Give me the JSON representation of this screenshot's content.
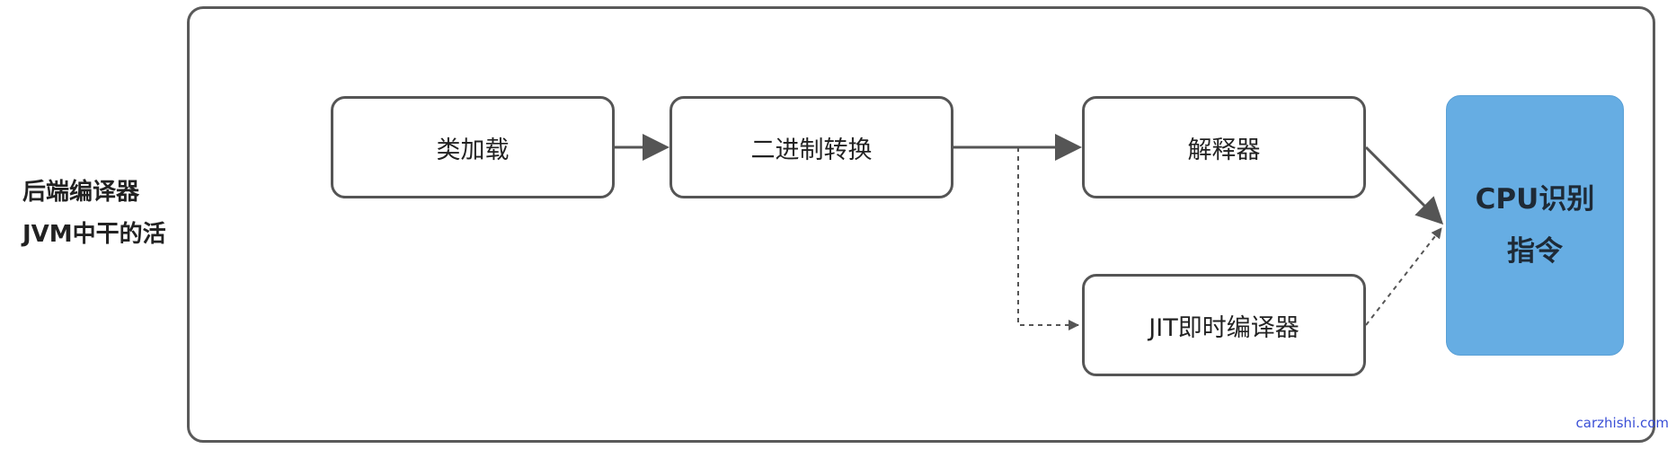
{
  "side_label": {
    "line1": "后端编译器",
    "line2": "JVM中干的活"
  },
  "nodes": {
    "class_loading": "类加载",
    "binary_conversion": "二进制转换",
    "interpreter": "解释器",
    "jit_compiler": "JIT即时编译器",
    "cpu_line1": "CPU识别",
    "cpu_line2": "指令"
  },
  "watermark": "carzhishi.com",
  "colors": {
    "border": "#555555",
    "cpu_fill": "#66ade3",
    "watermark": "#3a4fd6"
  }
}
